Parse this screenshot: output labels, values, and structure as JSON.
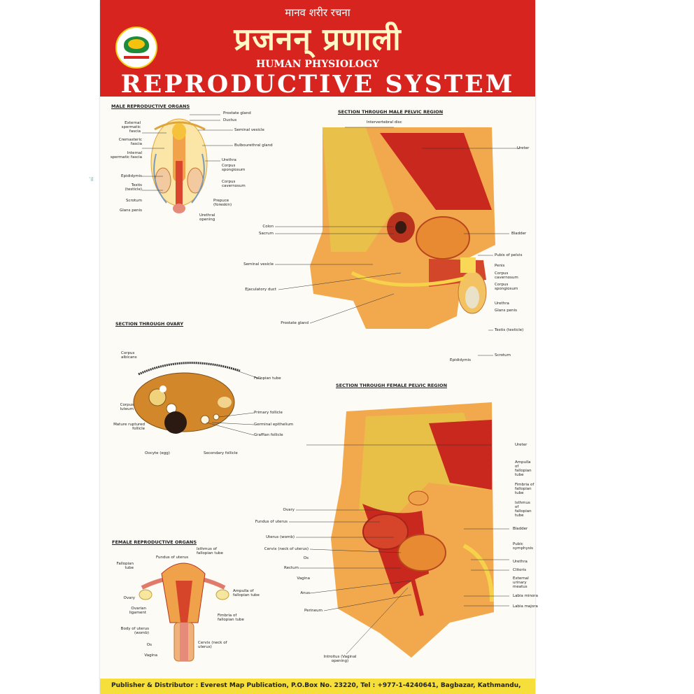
{
  "header": {
    "nepali_subtitle": "मानव शरीर रचना",
    "nepali_title": "प्रजनन् प्रणाली",
    "subtitle": "HUMAN PHYSIOLOGY",
    "title": "REPRODUCTIVE SYSTEM"
  },
  "sections": {
    "male_organs": "MALE REPRODUCTIVE ORGANS",
    "male_pelvic": "SECTION THROUGH MALE PELVIC REGION",
    "ovary": "SECTION THROUGH OVARY",
    "female_pelvic": "SECTION THROUGH FEMALE PELVIC REGION",
    "female_organs": "FEMALE REPRODUCTIVE ORGANS"
  },
  "labels": {
    "male_organs": [
      "Prostate gland",
      "Ductus",
      "Seminal vesicle",
      "External spermatic fascia",
      "Cremasteric fascia",
      "Internal spermatic fascia",
      "Bulbourethral gland",
      "Urethra",
      "Corpus spongiosum",
      "Epididymis",
      "Testis (testicle)",
      "Corpus cavernosum",
      "Scrotum",
      "Prepuce (foreskin)",
      "Glans penis",
      "Urethral opening"
    ],
    "male_pelvic": [
      "Intervertebral disc",
      "Ureter",
      "Colon",
      "Sacrum",
      "Bladder",
      "Seminal vesicle",
      "Pubis of pelvis",
      "Penis",
      "Corpus cavernosum",
      "Corpus spongiosum",
      "Ejaculatory duct",
      "Urethra",
      "Glans penis",
      "Prostate gland",
      "Testis (testicle)",
      "Epididymis",
      "Scrotum"
    ],
    "ovary": [
      "Corpus albicans",
      "Fallopian tube",
      "Corpus luteum",
      "Primary follicle",
      "Mature ruptured follicle",
      "Germinal epithelium",
      "Graffian follicle",
      "Oocyte (egg)",
      "Secondary follicle"
    ],
    "female_pelvic": [
      "Ureter",
      "Ampulla of fallopian tube",
      "Fimbria of fallopian tube",
      "Isthmus of fallopian tube",
      "Ovary",
      "Fundus of uterus",
      "Uterus (womb)",
      "Bladder",
      "Cervix (neck of uterus)",
      "Pubic symphysis",
      "Os",
      "Urethra",
      "Rectum",
      "Clitoris",
      "Vagina",
      "External urinary meatus",
      "Anus",
      "Labia minora",
      "Perineum",
      "Labia majora",
      "Introitus (Vaginal opening)"
    ],
    "female_organs": [
      "Fundus of uterus",
      "Isthmus of fallopian tube",
      "Fallopian tube",
      "Ovary",
      "Ampulla of fallopian tube",
      "Ovarian ligament",
      "Body of uterus (womb)",
      "Fimbria of fallopian tube",
      "Os",
      "Cervix (neck of uterus)",
      "Vagina"
    ]
  },
  "footer": {
    "publisher": "Publisher & Distributor : Everest Map Publication, P.O.Box No. 23220, Tel : +977-1-4240641, Bagbazar, Kathmandu,"
  },
  "misc": {
    "stray_mark": "ˈil"
  },
  "colors": {
    "header_red": "#d8241f",
    "footer_yellow": "#f6df3a",
    "tissue_orange": "#f0a046",
    "muscle_red": "#c8281e"
  }
}
